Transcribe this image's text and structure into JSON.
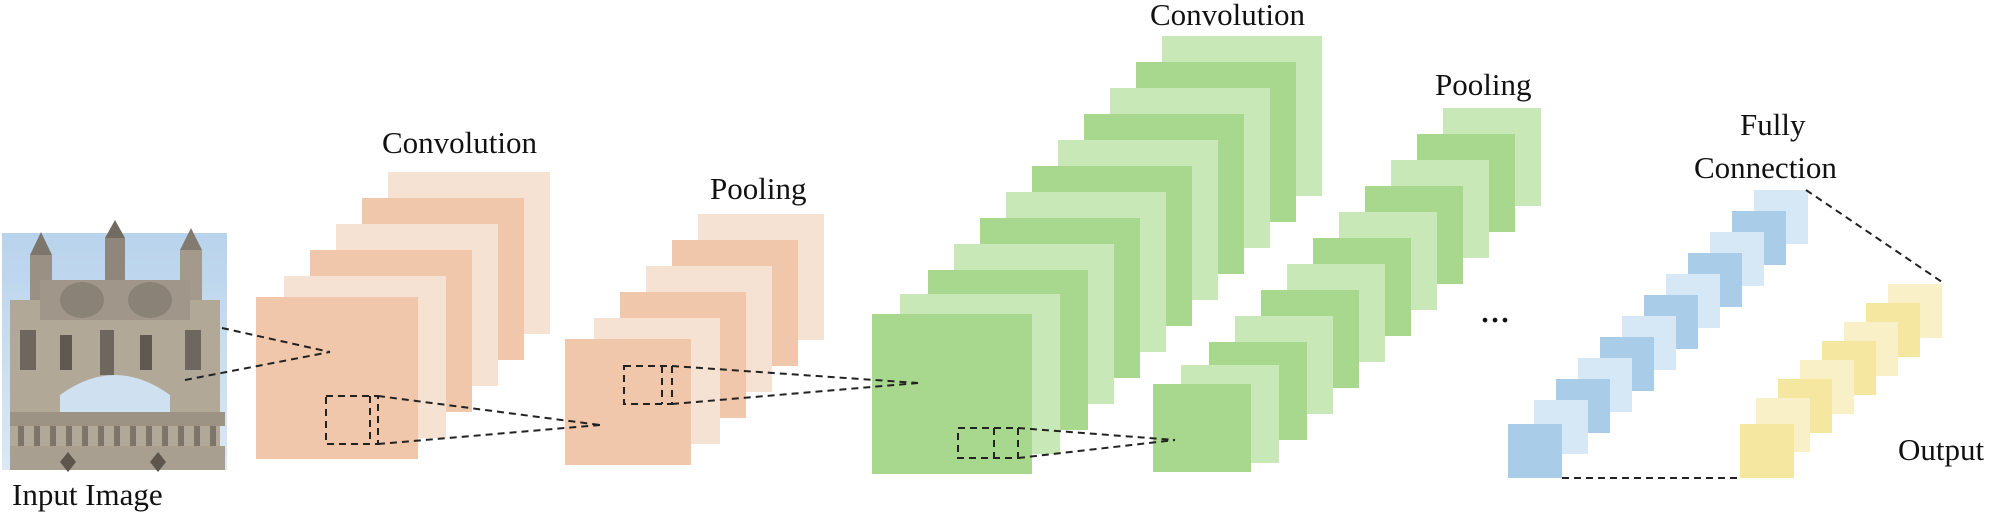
{
  "labels": {
    "input_image": "Input Image",
    "conv1": "Convolution",
    "pool1": "Pooling",
    "conv2": "Convolution",
    "pool2": "Pooling",
    "fc_line1": "Fully",
    "fc_line2": "Connection",
    "output": "Output",
    "ellipsis": "..."
  },
  "colors": {
    "conv1_dark": "#F0C7AA",
    "conv1_light": "#F6E2D3",
    "conv2_dark": "#A8D88E",
    "conv2_light": "#C8E8B8",
    "fc_dark": "#A9CCE8",
    "fc_light": "#D6E7F5",
    "out_dark": "#F5E7A0",
    "out_light": "#FAF0C8"
  },
  "icons": {
    "input_image": "building-photo-icon"
  }
}
